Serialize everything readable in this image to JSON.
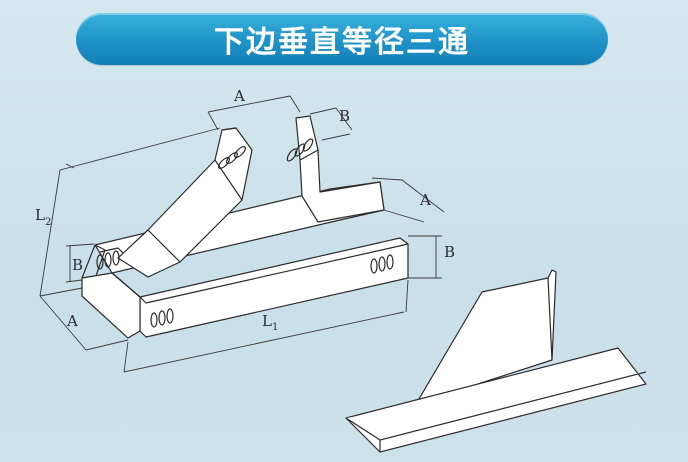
{
  "title": "下边垂直等径三通",
  "labels": {
    "a_top": "A",
    "b_top": "B",
    "a_right": "A",
    "b_right": "B",
    "b_left": "B",
    "a_left": "A",
    "l2_main": "L",
    "l2_sub": "2",
    "l1_main": "L",
    "l1_sub": "1"
  }
}
